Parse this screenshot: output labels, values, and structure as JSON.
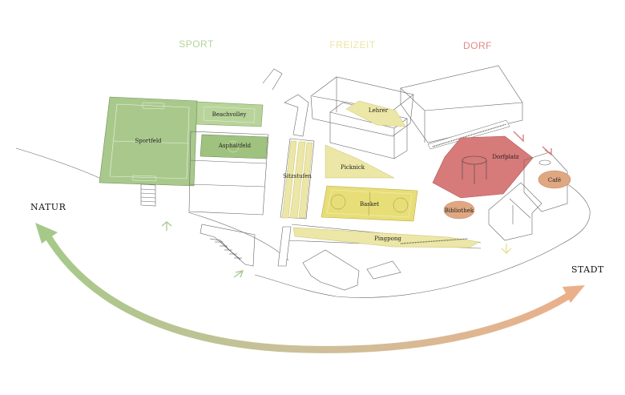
{
  "zones": {
    "sport": "SPORT",
    "freizeit": "FREIZEIT",
    "dorf": "DORF"
  },
  "axis": {
    "left": "NATUR",
    "right": "STADT"
  },
  "places": {
    "sportfeld": "Sportfeld",
    "beachvolley": "Beachvolley",
    "asphaltfeld": "Asphaltfeld",
    "sitzstufen": "Sitzstufen",
    "lehrer": "Lehrer",
    "picknick": "Picknick",
    "basket": "Basket",
    "pingpong": "Pingpong",
    "dorfplatz": "Dorfplatz",
    "cafe": "Café",
    "bibliothek": "Bibliothek"
  },
  "colors": {
    "sport": "#a9c98c",
    "sport_dark": "#8fb36e",
    "freizeit": "#ece7a6",
    "freizeit_dark": "#e3d972",
    "dorf": "#d77a7a",
    "round": "#e0a882",
    "natur_arrow": "#a6c98a",
    "stadt_arrow": "#eab08a"
  }
}
